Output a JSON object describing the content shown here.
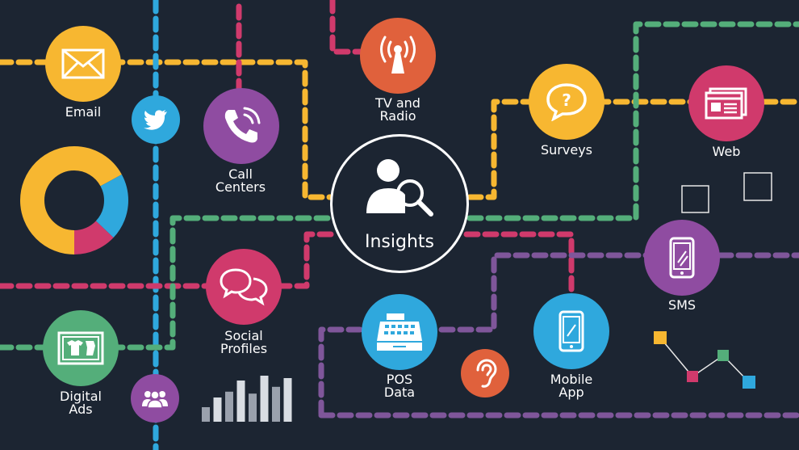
{
  "colors": {
    "background": "#1c2532",
    "yellow": "#f7b731",
    "pink": "#d03a6c",
    "green": "#54ae7a",
    "blue": "#2fa8dd",
    "purple": "#8f4ca1",
    "orange": "#e0613c",
    "line_purple": "#7f569a",
    "white": "#ffffff"
  },
  "center": {
    "label": "Insights",
    "icon": "person-search-icon"
  },
  "nodes": [
    {
      "id": "email",
      "label_lines": [
        "Email"
      ],
      "icon": "envelope-icon",
      "color": "#f7b731"
    },
    {
      "id": "twitter",
      "label_lines": [],
      "icon": "twitter-bird-icon",
      "color": "#2fa8dd"
    },
    {
      "id": "call-centers",
      "label_lines": [
        "Call",
        "Centers"
      ],
      "icon": "phone-icon",
      "color": "#8f4ca1"
    },
    {
      "id": "tv-radio",
      "label_lines": [
        "TV and",
        "Radio"
      ],
      "icon": "antenna-icon",
      "color": "#e0613c"
    },
    {
      "id": "surveys",
      "label_lines": [
        "Surveys"
      ],
      "icon": "question-bubble-icon",
      "color": "#f7b731"
    },
    {
      "id": "web",
      "label_lines": [
        "Web"
      ],
      "icon": "browser-icon",
      "color": "#d03a6c"
    },
    {
      "id": "sms",
      "label_lines": [
        "SMS"
      ],
      "icon": "phone-screen-icon",
      "color": "#8f4ca1"
    },
    {
      "id": "mobile-app",
      "label_lines": [
        "Mobile",
        "App"
      ],
      "icon": "smartphone-icon",
      "color": "#2fa8dd"
    },
    {
      "id": "ear",
      "label_lines": [],
      "icon": "ear-icon",
      "color": "#e0613c"
    },
    {
      "id": "pos-data",
      "label_lines": [
        "POS",
        "Data"
      ],
      "icon": "cash-register-icon",
      "color": "#2fa8dd"
    },
    {
      "id": "social-profiles",
      "label_lines": [
        "Social",
        "Profiles"
      ],
      "icon": "speech-bubbles-icon",
      "color": "#d03a6c"
    },
    {
      "id": "digital-ads",
      "label_lines": [
        "Digital",
        "Ads"
      ],
      "icon": "ad-board-icon",
      "color": "#54ae7a"
    },
    {
      "id": "people",
      "label_lines": [],
      "icon": "people-group-icon",
      "color": "#8f4ca1"
    }
  ],
  "donut_segments": [
    {
      "color": "#f7b731",
      "fraction": 0.67
    },
    {
      "color": "#2fa8dd",
      "fraction": 0.2
    },
    {
      "color": "#d03a6c",
      "fraction": 0.13
    }
  ],
  "bar_graphic_levels": [
    0.3,
    0.5,
    0.62,
    0.85,
    0.58,
    0.95,
    0.72,
    0.9
  ],
  "network_graphic_colors": [
    "#f7b731",
    "#d03a6c",
    "#54ae7a",
    "#2fa8dd"
  ]
}
